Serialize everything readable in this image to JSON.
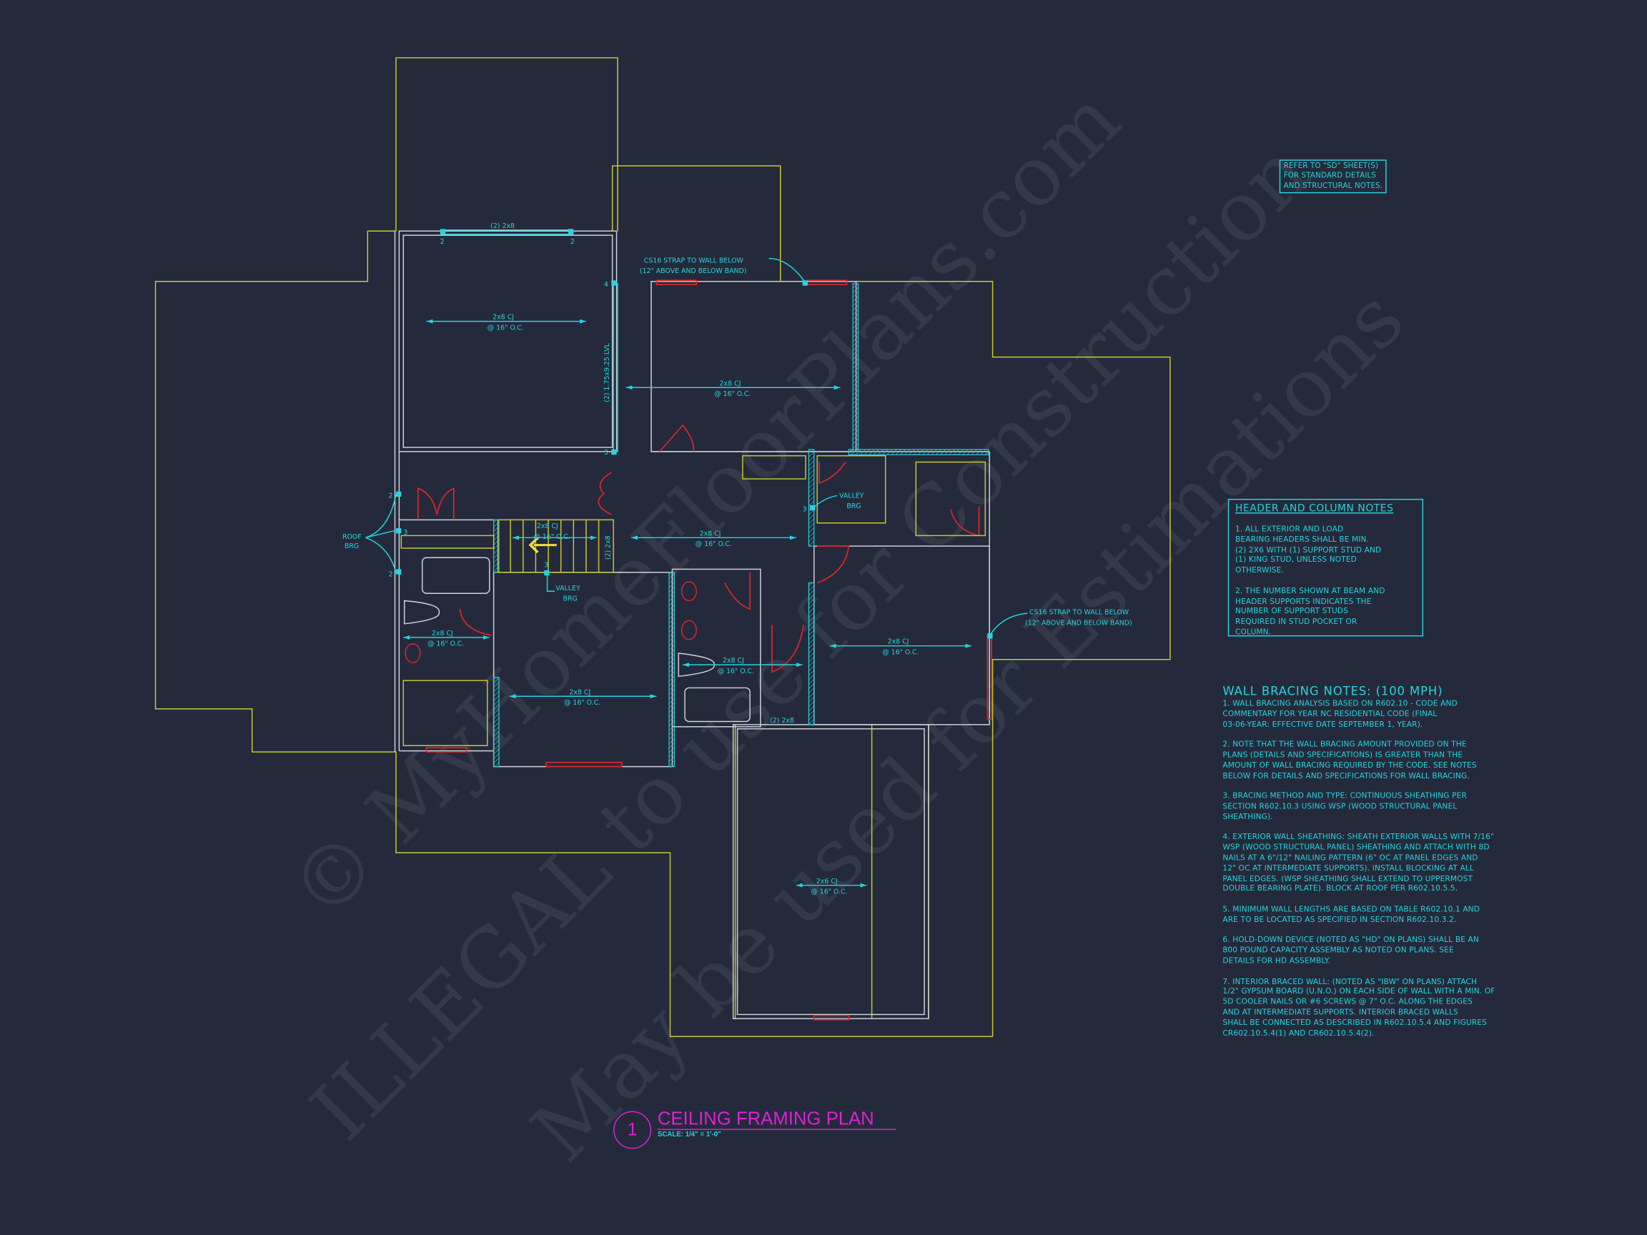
{
  "colors": {
    "background": "#242a3b",
    "roof_outline": "#c9c832",
    "walls": "#cfd2d8",
    "structural": "#28d3df",
    "doors_windows": "#d9262b",
    "title": "#e020d8"
  },
  "watermark": [
    "© MyHomeFloorPlans.com",
    "ILLEGAL to use for Construction",
    "May be used for Estimations"
  ],
  "plan": {
    "header_top": "(2) 2x8",
    "stud_2": "2",
    "stud_3": "3",
    "stud_4": "4",
    "cs16_line1": "CS16 STRAP TO WALL BELOW",
    "cs16_line2": "(12\" ABOVE AND BELOW BAND)",
    "cj_2x8": "2x8 CJ",
    "cj_2x6": "2x6 CJ",
    "spacing": "@ 16\" O.C.",
    "lvl": "(2) 1.75x9.25 LVL",
    "header_2x8": "(2) 2x8",
    "roof_brg_1": "ROOF",
    "roof_brg_2": "BRG",
    "valley_1": "VALLEY",
    "valley_2": "BRG"
  },
  "refer_note": [
    "REFER TO \"SD\" SHEET(S)",
    "FOR STANDARD DETAILS",
    "AND STRUCTURAL NOTES."
  ],
  "header_notes": {
    "title": "HEADER AND COLUMN NOTES",
    "paragraphs": [
      [
        "1. ALL EXTERIOR AND LOAD",
        "BEARING HEADERS SHALL BE MIN.",
        "(2) 2x6 WITH (1) SUPPORT STUD AND",
        "(1) KING STUD, UNLESS NOTED",
        "OTHERWISE."
      ],
      [
        "2. THE NUMBER SHOWN AT BEAM AND",
        "HEADER SUPPORTS INDICATES THE",
        "NUMBER OF SUPPORT STUDS",
        "REQUIRED IN STUD POCKET OR",
        "COLUMN."
      ]
    ]
  },
  "wall_bracing": {
    "title": "WALL BRACING NOTES: (100 MPH)",
    "paragraphs": [
      [
        "1. WALL BRACING ANALYSIS BASED ON R602.10 - CODE AND",
        "COMMENTARY FOR YEAR NC RESIDENTIAL CODE (FINAL",
        "03-06-YEAR: EFFECTIVE DATE SEPTEMBER 1, YEAR)."
      ],
      [
        "2. NOTE THAT THE WALL BRACING AMOUNT PROVIDED ON THE",
        "PLANS (DETAILS AND SPECIFICATIONS) IS GREATER THAN THE",
        "AMOUNT OF WALL BRACING REQUIRED BY THE CODE. SEE NOTES",
        "BELOW FOR DETAILS AND SPECIFICATIONS FOR WALL BRACING."
      ],
      [
        "3. BRACING METHOD AND TYPE: CONTINUOUS SHEATHING PER",
        "SECTION R602.10.3 USING WSP (WOOD STRUCTURAL PANEL",
        "SHEATHING)."
      ],
      [
        "4. EXTERIOR WALL SHEATHING: SHEATH EXTERIOR WALLS WITH 7/16\"",
        "WSP (WOOD STRUCTURAL PANEL) SHEATHING AND ATTACH WITH 8d",
        "NAILS AT A 6\"/12\" NAILING PATTERN (6\" OC AT PANEL EDGES AND",
        "12\" OC AT INTERMEDIATE SUPPORTS). INSTALL BLOCKING AT ALL",
        "PANEL EDGES. (WSP SHEATHING SHALL EXTEND TO UPPERMOST",
        "DOUBLE BEARING PLATE). BLOCK AT ROOF PER R602.10.5.5."
      ],
      [
        "5. MINIMUM WALL LENGTHS ARE BASED ON TABLE R602.10.1 AND",
        "ARE TO BE LOCATED AS SPECIFIED IN SECTION R602.10.3.2."
      ],
      [
        "6. HOLD-DOWN DEVICE (NOTED AS \"HD\" ON PLANS) SHALL BE AN",
        "800 POUND CAPACITY ASSEMBLY AS NOTED ON PLANS. SEE",
        "DETAILS FOR HD ASSEMBLY."
      ],
      [
        "7. INTERIOR BRACED WALL: (NOTED AS \"IBW\" ON PLANS) ATTACH",
        "1/2\" GYPSUM BOARD (U.N.O.) ON EACH SIDE OF WALL WITH A MIN. OF",
        "5d COOLER NAILS OR #6 SCREWS @ 7\" O.C. ALONG THE EDGES",
        "AND AT INTERMEDIATE SUPPORTS.  INTERIOR BRACED WALLS",
        "SHALL BE CONNECTED AS DESCRIBED IN R602.10.5.4 AND FIGURES",
        "CR602.10.5.4(1) AND CR602.10.5.4(2)."
      ]
    ]
  },
  "title_block": {
    "number": "1",
    "title": "CEILING FRAMING PLAN",
    "scale": "SCALE:   1/4\" = 1'-0\""
  }
}
